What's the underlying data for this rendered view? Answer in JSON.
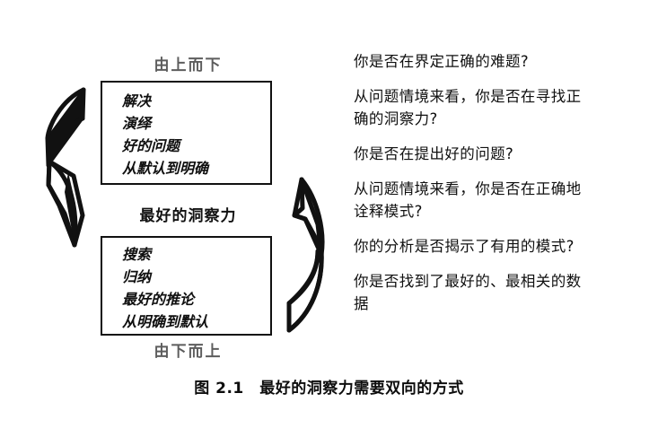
{
  "figure": {
    "caption": "图 2.1　最好的洞察力需要双向的方式",
    "background_color": "#ffffff",
    "ink_color": "#111111"
  },
  "diagram": {
    "top_direction_label": "由上而下",
    "middle_insight_label": "最好的洞察力",
    "bottom_direction_label": "由下而上",
    "top_box": {
      "items": [
        "解决",
        "演绎",
        "好的问题",
        "从默认到明确"
      ]
    },
    "bottom_box": {
      "items": [
        "搜索",
        "归纳",
        "最好的推论",
        "从明确到默认"
      ]
    },
    "arrows": [
      {
        "name": "left-cycle-arrow",
        "direction": "down",
        "style": "curved-outline"
      },
      {
        "name": "right-cycle-arrow",
        "direction": "up",
        "style": "curved-outline"
      }
    ]
  },
  "questions": [
    "你是否在界定正确的难题?",
    "从问题情境来看，你是否在寻找正确的洞察力?",
    "你是否在提出好的问题?",
    "从问题情境来看，你是否在正确地诠释模式?",
    "你的分析是否揭示了有用的模式?",
    "你是否找到了最好的、最相关的数据"
  ]
}
